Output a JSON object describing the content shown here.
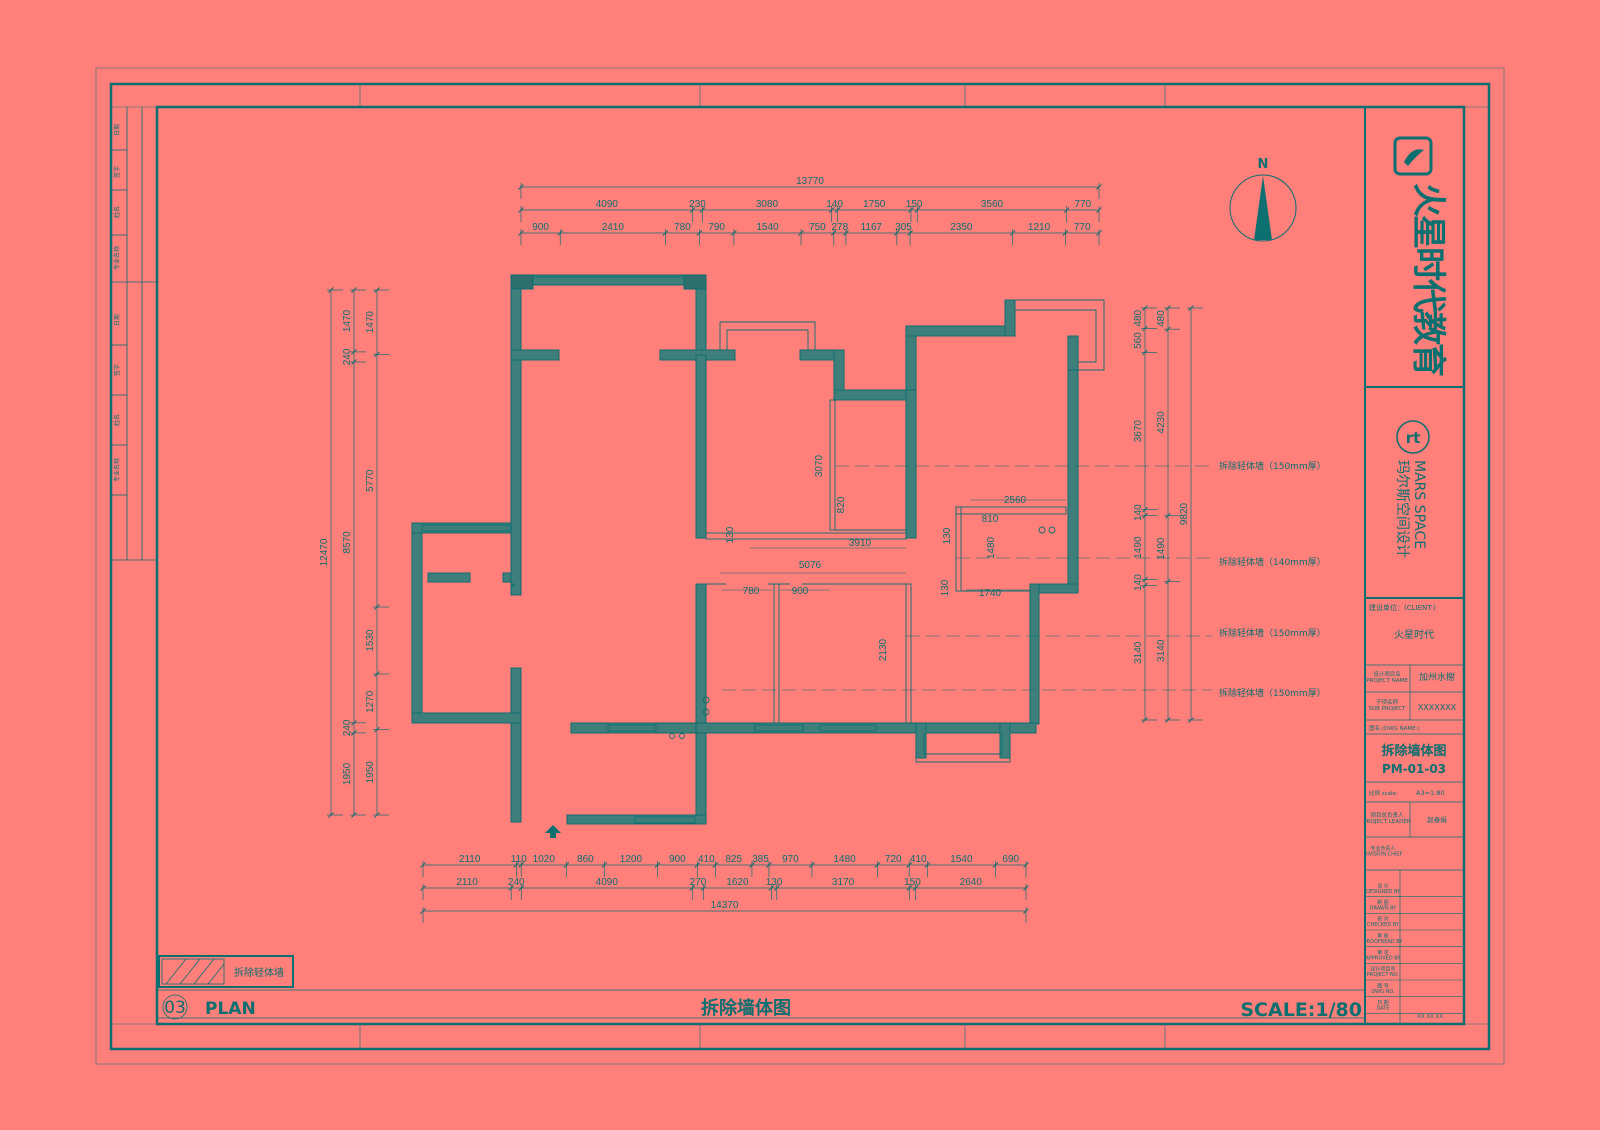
{
  "colors": {
    "background": "#ff7f7b",
    "ink": "#0c6f70",
    "wall_fill": "#3f7f7b"
  },
  "north": {
    "label": "N"
  },
  "top_dims": {
    "overall": "13770",
    "row1": [
      "4090",
      "230",
      "3080",
      "140",
      "1750",
      "150",
      "3560",
      "770"
    ],
    "row2": [
      "900",
      "2410",
      "780",
      "790",
      "1540",
      "750",
      "278",
      "1167",
      "305",
      "2350",
      "1210",
      "770"
    ]
  },
  "bottom_dims": {
    "overall": "14370",
    "row1": [
      "2110",
      "110",
      "1020",
      "860",
      "1200",
      "900",
      "410",
      "825",
      "385",
      "970",
      "1480",
      "720",
      "410",
      "1540",
      "690"
    ],
    "row2": [
      "2110",
      "240",
      "4090",
      "270",
      "1620",
      "130",
      "3170",
      "150",
      "2640"
    ]
  },
  "left_dims": {
    "overall": "12470",
    "col1": [
      "1470",
      "240",
      "8570",
      "240",
      "1950"
    ],
    "col2": [
      "1470",
      "5770",
      "1530",
      "1270",
      "1950"
    ]
  },
  "right_dims": {
    "overall": "9820",
    "col1": [
      "480",
      "560",
      "3670",
      "140",
      "1490",
      "140",
      "3140"
    ],
    "col2": [
      "480",
      "4230",
      "1490",
      "3140"
    ]
  },
  "inner_dims": [
    "3070",
    "820",
    "3910",
    "5076",
    "780",
    "900",
    "2130",
    "2560",
    "810",
    "1480",
    "1740",
    "130",
    "130",
    "130"
  ],
  "annotations": [
    "拆除轻体墙（150mm厚）",
    "拆除轻体墙（140mm厚）",
    "拆除轻体墙（150mm厚）",
    "拆除轻体墙（150mm厚）"
  ],
  "legend": {
    "label": "拆除轻体墙"
  },
  "footer": {
    "number": "03",
    "plan": "PLAN",
    "title": "拆除墙体图",
    "scale": "SCALE:1/80"
  },
  "title_block": {
    "brand": "火星时代教育",
    "studio_en": "MARS SPACE",
    "studio_cn": "玛尔斯空间设计",
    "client_label": "建设单位：(CLIENT:)",
    "client": "火星时代",
    "project_label": "设计项目名\nPROJECT NAME",
    "project": "加州水榭",
    "sub_label": "子项名称\nSUB PROJECT",
    "sub": "XXXXXXX",
    "dwg_label": "图名:(DWG NAME:)",
    "dwg_name": "拆除墙体图",
    "dwg_no": "PM-01-03",
    "scale_label": "比例 scale:",
    "scale": "A3=1:80",
    "leader_label": "项目总负责人\nPROJECT LEADER",
    "leader": "赵春娟",
    "rows": [
      "专业负责人\nDIVISION CHIEF",
      "设 计\nDESIGNED BY",
      "制 图\nDRAWN BY",
      "校 对\nCHECKED BY",
      "审 核\nPROOFREAD BY",
      "审 定\nAPPROVED BY",
      "设计项目号\nPROJECT NO.",
      "图 号\nDWG NO.",
      "日 期\nDATE"
    ],
    "date": "XX XX XX"
  },
  "side_strip": [
    "日期",
    "签字",
    "姓名",
    "专业名称",
    "日期",
    "签字",
    "姓名",
    "专业名称"
  ]
}
